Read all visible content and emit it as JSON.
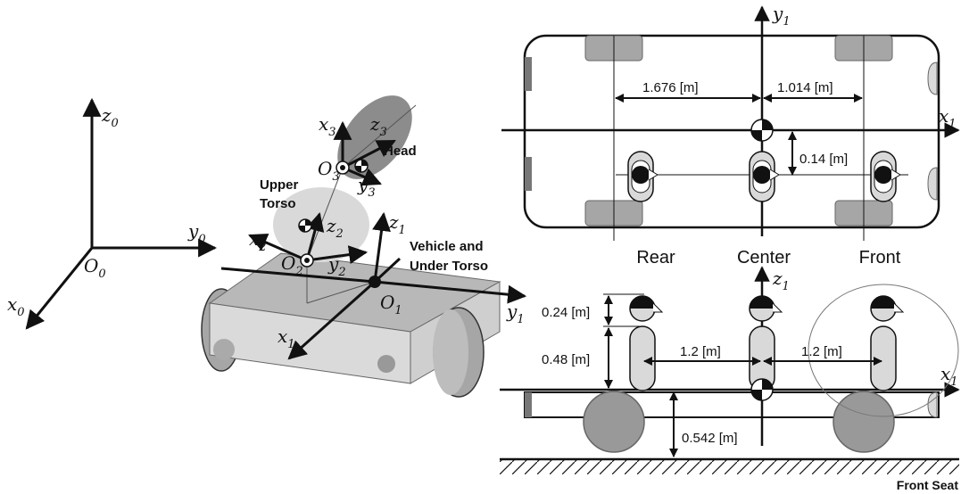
{
  "left_diagram": {
    "world_frame": {
      "origin": "O",
      "origin_sub": "0",
      "x": "x",
      "x_sub": "0",
      "y": "y",
      "y_sub": "0",
      "z": "z",
      "z_sub": "0"
    },
    "frame1": {
      "origin": "O",
      "origin_sub": "1",
      "x": "x",
      "x_sub": "1",
      "y": "y",
      "y_sub": "1",
      "z": "z",
      "z_sub": "1"
    },
    "frame2": {
      "origin": "O",
      "origin_sub": "2",
      "x": "x",
      "x_sub": "2",
      "y": "y",
      "y_sub": "2",
      "z": "z",
      "z_sub": "2"
    },
    "frame3": {
      "origin": "O",
      "origin_sub": "3",
      "x": "x",
      "x_sub": "3",
      "y": "y",
      "y_sub": "3",
      "z": "z",
      "z_sub": "3"
    },
    "labels": {
      "head": "Head",
      "upper_torso_1": "Upper",
      "upper_torso_2": "Torso",
      "vehicle_1": "Vehicle and",
      "vehicle_2": "Under Torso"
    }
  },
  "top_view": {
    "axis_y": "y",
    "axis_y_sub": "1",
    "axis_x": "x",
    "axis_x_sub": "1",
    "dim_rear": "1.676 [m]",
    "dim_front": "1.014 [m]",
    "dim_lateral": "0.14 [m]"
  },
  "side_view": {
    "axis_z": "z",
    "axis_z_sub": "1",
    "axis_x": "x",
    "axis_x_sub": "1",
    "seat_rear": "Rear",
    "seat_center": "Center",
    "seat_front": "Front",
    "dim_head": "0.24 [m]",
    "dim_torso": "0.48 [m]",
    "dim_rear_center": "1.2 [m]",
    "dim_center_front": "1.2 [m]",
    "dim_height": "0.542 [m]",
    "caption": "Front Seat"
  },
  "colors": {
    "line": "#111111",
    "wheel_gray": "#999999",
    "body_light": "#d9d9d9",
    "head_dark": "#8c8c8c",
    "pad_gray": "#a6a6a6"
  }
}
